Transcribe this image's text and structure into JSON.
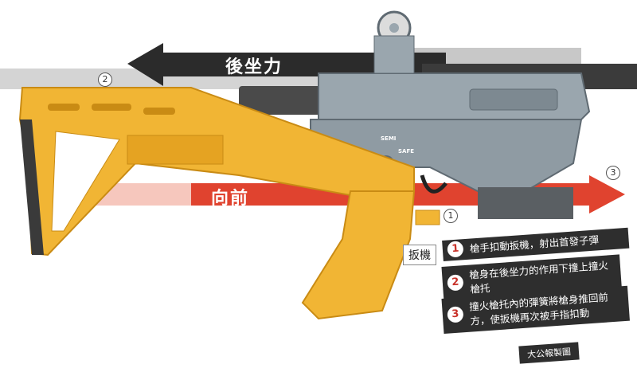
{
  "labels": {
    "recoil": "後坐力",
    "forward": "向前",
    "trigger": "扳機",
    "semi": "SEMI",
    "safe": "SAFE",
    "credit": "大公報製圖"
  },
  "markers": {
    "m1": "1",
    "m2": "2",
    "m3": "3"
  },
  "notes": [
    {
      "num": "1",
      "text": "槍手扣動扳機，射出首發子彈"
    },
    {
      "num": "2",
      "text": "槍身在後坐力的作用下撞上撞火槍托"
    },
    {
      "num": "3",
      "text": "撞火槍托內的彈簧將槍身推回前方，使扳機再次被手指扣動"
    }
  ],
  "colors": {
    "stock": "#f1b534",
    "stock_dark": "#c98b14",
    "gun": "#9aa6ae",
    "gun_dark": "#5f6a72",
    "recoil_arrow": "#2b2b2b",
    "forward_arrow": "#e0432f",
    "note_bg": "#2e2e2e"
  }
}
